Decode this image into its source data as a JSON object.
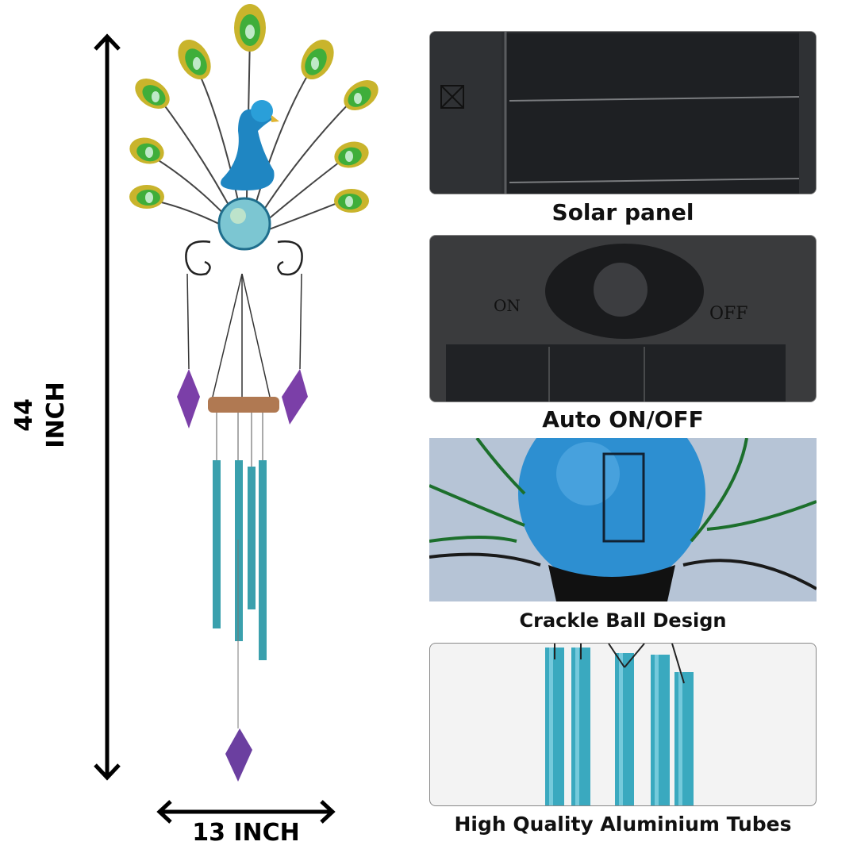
{
  "dimensions": {
    "height_value": "44",
    "height_unit": "INCH",
    "width_label": "13 INCH"
  },
  "features": [
    {
      "caption": "Solar panel"
    },
    {
      "caption": "Auto ON/OFF",
      "switch_on_label": "ON",
      "switch_off_label": "OFF"
    },
    {
      "caption": "Crackle Ball Design"
    },
    {
      "caption": "High Quality Aluminium Tubes"
    }
  ],
  "colors": {
    "tube": "#3aa0ad",
    "peacock_body": "#1f86c2",
    "feather_green": "#3fae3a",
    "diamond_purple": "#7b3fa8"
  }
}
